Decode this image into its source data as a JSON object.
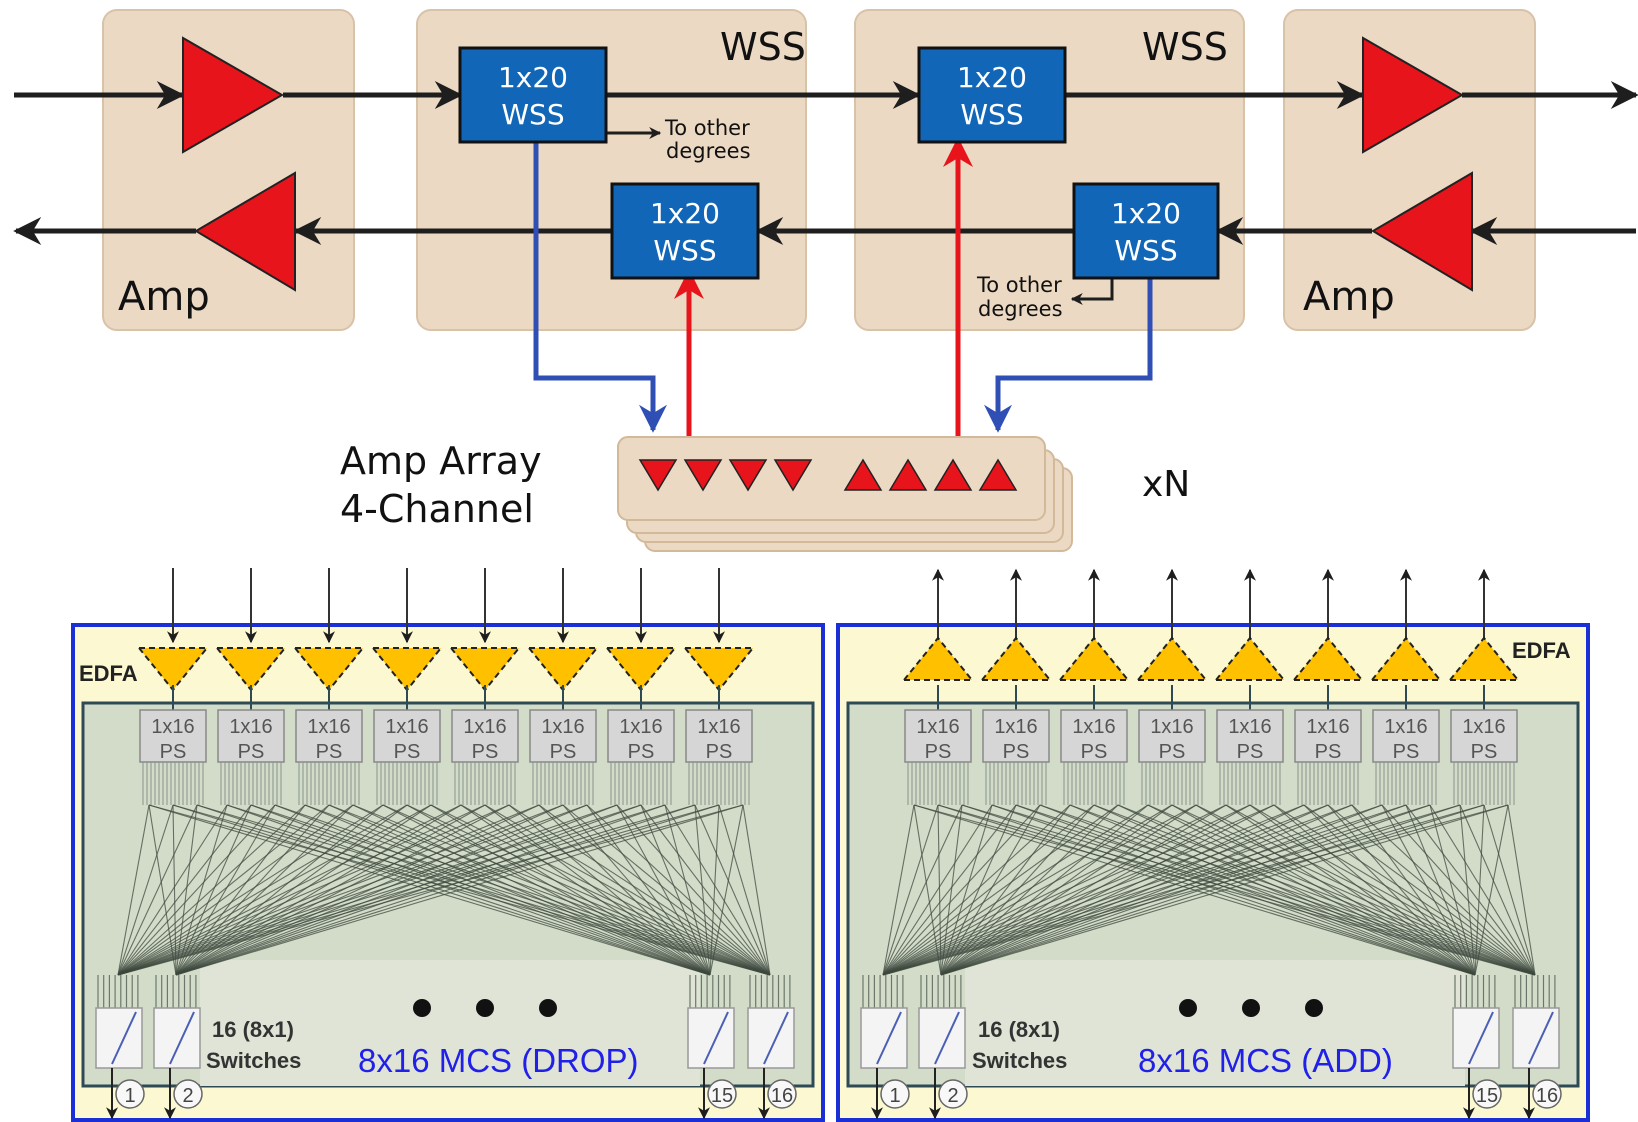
{
  "top": {
    "amp_left_label": "Amp",
    "amp_right_label": "Amp",
    "wss_left_title": "WSS",
    "wss_right_title": "WSS",
    "wss_block_line1": "1x20",
    "wss_block_line2": "WSS",
    "to_other_line1": "To other",
    "to_other_line2": "degrees",
    "amp_array_line1": "Amp Array",
    "amp_array_line2": "4-Channel",
    "multiplier": "xN"
  },
  "mcs_drop": {
    "edfa_label": "EDFA",
    "ps_line1": "1x16",
    "ps_line2": "PS",
    "switches_line1": "16 (8x1)",
    "switches_line2": "Switches",
    "title": "8x16 MCS (DROP)",
    "port_labels": [
      "1",
      "2",
      "15",
      "16"
    ]
  },
  "mcs_add": {
    "edfa_label": "EDFA",
    "ps_line1": "1x16",
    "ps_line2": "PS",
    "switches_line1": "16 (8x1)",
    "switches_line2": "Switches",
    "title": "8x16 MCS (ADD)",
    "port_labels": [
      "1",
      "2",
      "15",
      "16"
    ]
  },
  "colors": {
    "module_bg": "#ecd9c3",
    "wss_blue": "#1266b8",
    "amp_red": "#e8141c",
    "drop_blue": "#2f4fb5",
    "mcs_frame": "#1a2fd6",
    "mcs_bg": "#fbf8d2",
    "mcs_inner": "#d3dcc9",
    "edfa_orange": "#ffc000"
  }
}
